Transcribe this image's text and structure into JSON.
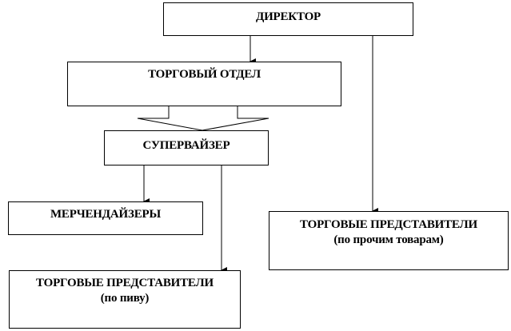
{
  "boxes": {
    "director": {
      "label": "ДИРЕКТОР"
    },
    "trade_dept": {
      "label": "ТОРГОВЫЙ ОТДЕЛ"
    },
    "supervisor": {
      "label": "СУПЕРВАЙЗЕР"
    },
    "merchandisers": {
      "label": "МЕРЧЕНДАЙЗЕРЫ"
    },
    "reps_other": {
      "line1": "ТОРГОВЫЕ ПРЕДСТАВИТЕЛИ",
      "line2": "(по прочим товарам)"
    },
    "reps_beer": {
      "line1": "ТОРГОВЫЕ ПРЕДСТАВИТЕЛИ",
      "line2": "(по пиву)"
    }
  },
  "colors": {
    "line": "#000000",
    "background": "#ffffff"
  }
}
